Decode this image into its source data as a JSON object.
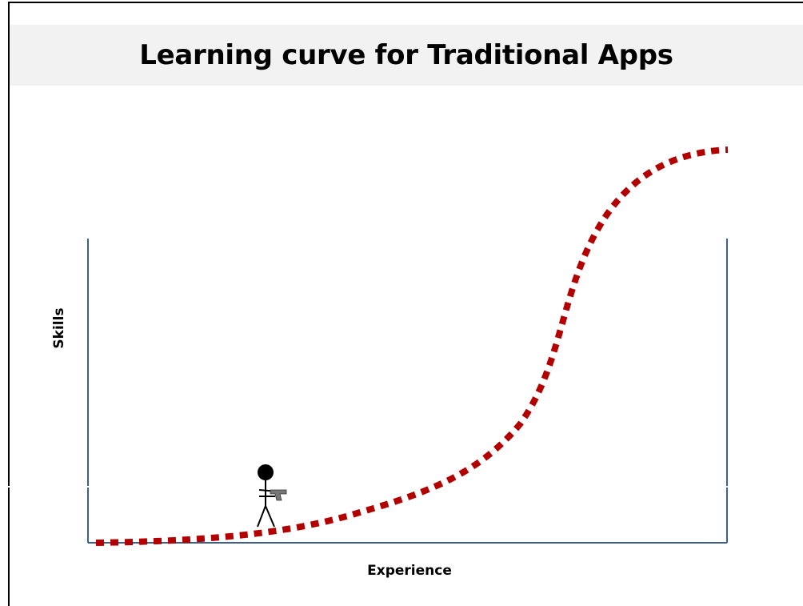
{
  "slide": {
    "title": "Learning curve for Traditional Apps"
  },
  "axes": {
    "y_label": "Skills",
    "x_label": "Experience"
  },
  "colors": {
    "axis": "#3b5f8f",
    "curve": "#b30000",
    "title_bar": "#f2f2f2"
  },
  "icons": {
    "figure": "stick-figure-with-gun-icon"
  }
}
